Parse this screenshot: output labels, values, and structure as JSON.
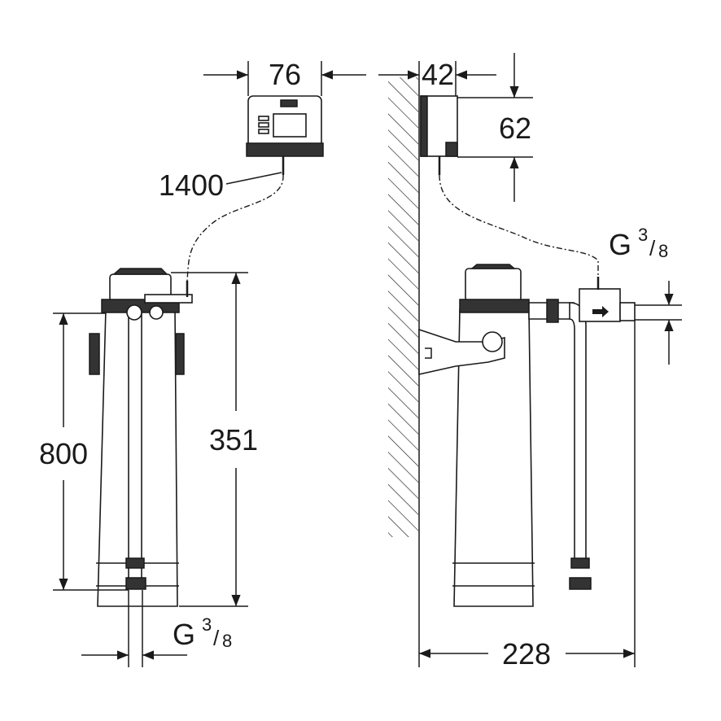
{
  "dimensions": {
    "control_width": "76",
    "control_depth": "42",
    "control_height": "62",
    "cable_length": "1400",
    "head_height": "351",
    "total_height": "800",
    "wall_distance": "228"
  },
  "thread_left": {
    "g": "G",
    "num": "3",
    "den": "8"
  },
  "thread_right": {
    "g": "G",
    "num": "3",
    "den": "8"
  }
}
